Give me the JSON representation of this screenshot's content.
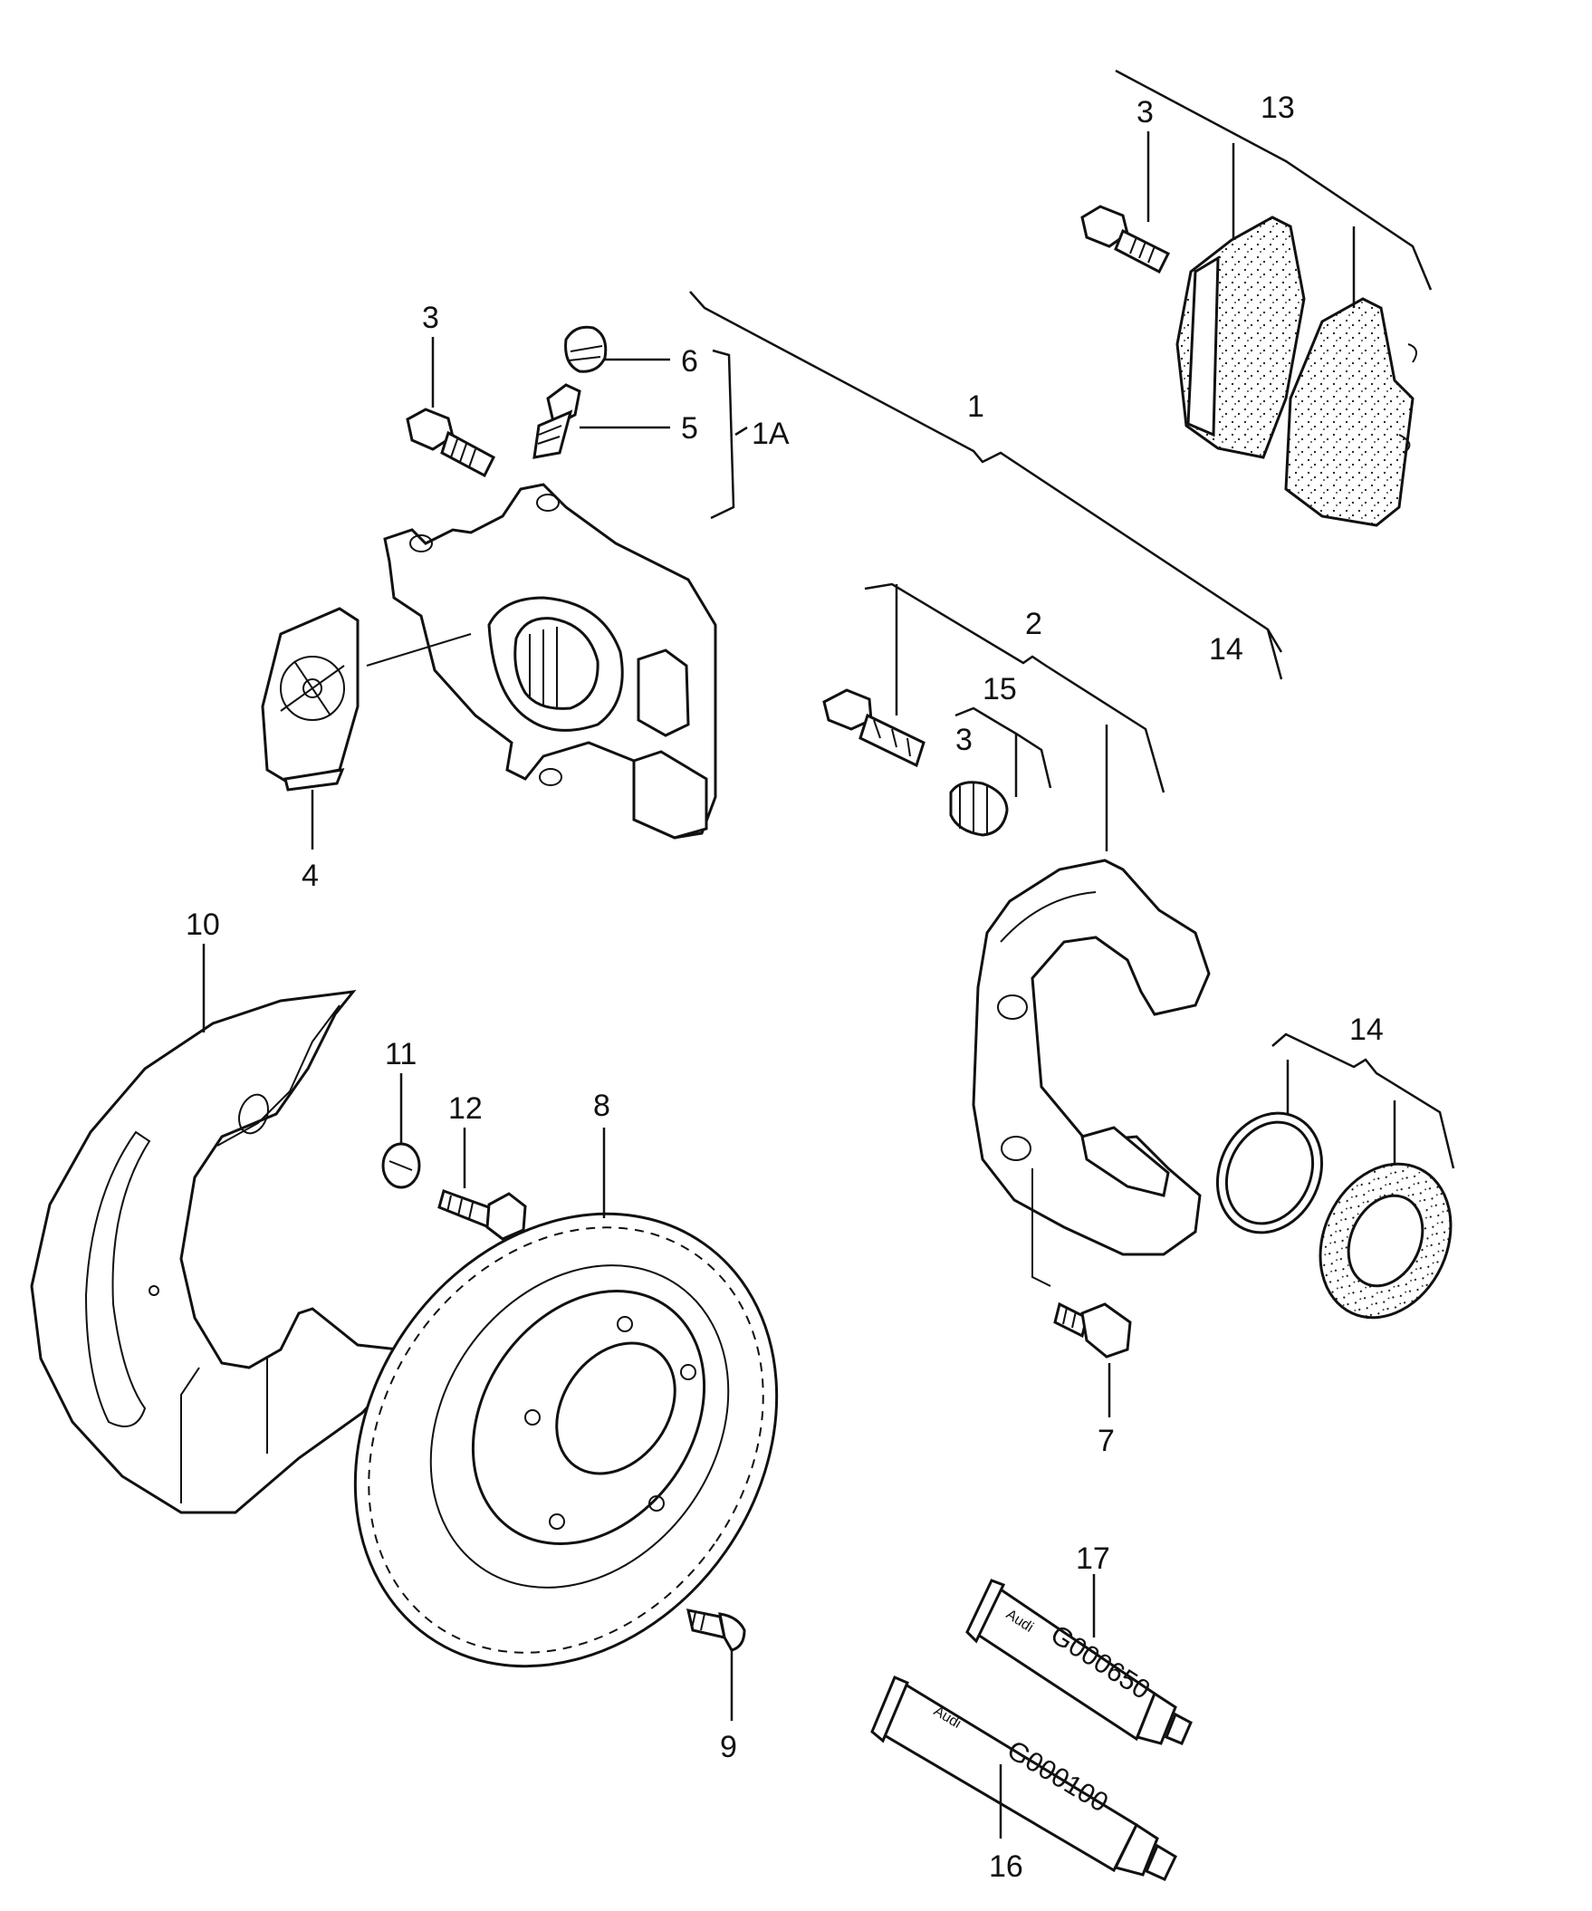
{
  "labels": {
    "l1": "1",
    "l1a": "1A",
    "l2": "2",
    "l3a": "3",
    "l3b": "3",
    "l3c": "3",
    "l4": "4",
    "l5": "5",
    "l6": "6",
    "l7": "7",
    "l8": "8",
    "l9": "9",
    "l10": "10",
    "l11": "11",
    "l12": "12",
    "l13": "13",
    "l14a": "14",
    "l14b": "14",
    "l15": "15",
    "l16": "16",
    "l17": "17"
  },
  "tubes": {
    "t16_brand": "Audi",
    "t16_code": "G000100",
    "t17_brand": "Audi",
    "t17_code": "G000650"
  },
  "colors": {
    "ink": "#111111",
    "paper": "#ffffff"
  }
}
